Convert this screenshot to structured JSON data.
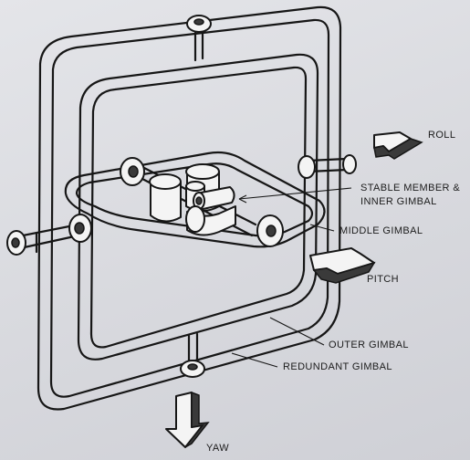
{
  "labels": {
    "roll": "ROLL",
    "stable_member": "STABLE MEMBER &",
    "inner_gimbal": "INNER GIMBAL",
    "middle_gimbal": "MIDDLE GIMBAL",
    "pitch": "PITCH",
    "outer_gimbal": "OUTER GIMBAL",
    "redundant_gimbal": "REDUNDANT GIMBAL",
    "yaw": "YAW"
  }
}
